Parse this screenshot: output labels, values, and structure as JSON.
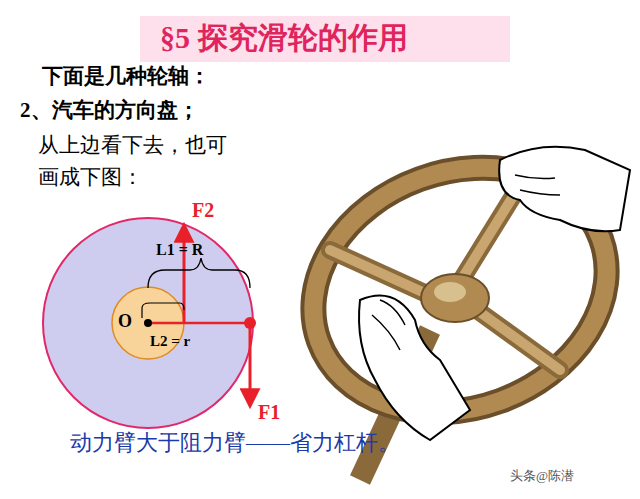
{
  "diagram": {
    "title": "§5 探究滑轮的作用",
    "caption": "动力臂大于阻力臂——省力杠杆。",
    "labels": [
      "下面是几种轮轴：",
      "2、汽车的方向盘；",
      "从上边看下去，也可画成下图：",
      "F2",
      "L1 = R",
      "O",
      "L2 = r",
      "F1",
      "头条@陈潜"
    ]
  }
}
